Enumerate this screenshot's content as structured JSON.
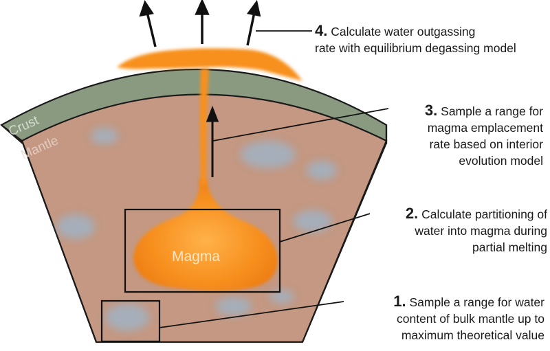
{
  "diagram": {
    "labels": {
      "crust": "Crust",
      "mantle": "Mantle",
      "magma": "Magma"
    },
    "steps": [
      {
        "number": "4.",
        "lines": [
          "Calculate water outgassing",
          "rate with equilibrium degassing model"
        ]
      },
      {
        "number": "3.",
        "lines": [
          "Sample a range for",
          "magma emplacement",
          "rate based on interior",
          "evolution model"
        ]
      },
      {
        "number": "2.",
        "lines": [
          "Calculate partitioning of",
          "water into magma during",
          "partial melting"
        ]
      },
      {
        "number": "1.",
        "lines": [
          "Sample a range for water",
          "content of bulk mantle up to",
          "maximum theoretical value"
        ]
      }
    ],
    "colors": {
      "crust": "#8a9a80",
      "mantle": "#c49882",
      "magma": "#f7901f",
      "water_patches": "#9bb6cc",
      "outline": "#1a1a1a"
    }
  }
}
